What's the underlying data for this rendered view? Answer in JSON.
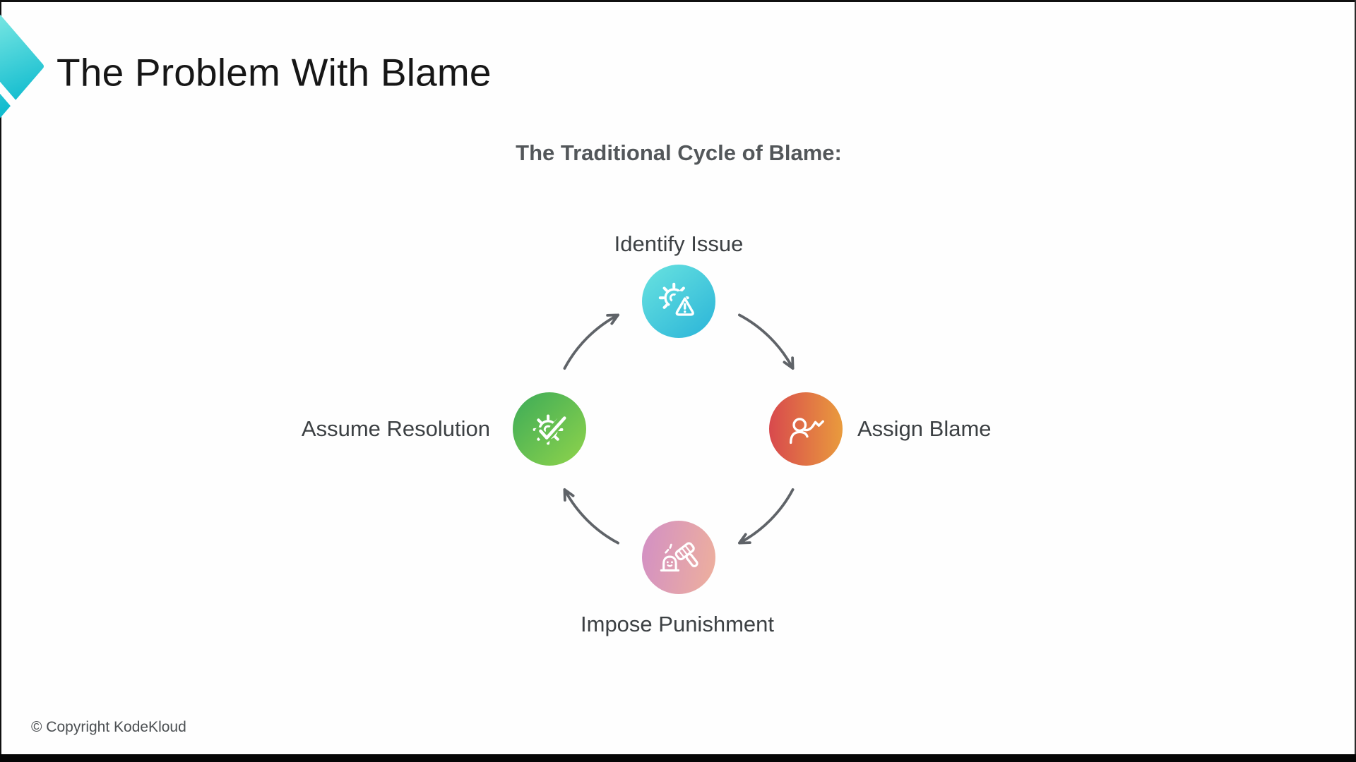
{
  "slide": {
    "title": "The Problem With Blame",
    "subtitle": "The Traditional Cycle of Blame:",
    "copyright": "© Copyright KodeKloud",
    "background": "#fefefe",
    "frame_color": "#050505"
  },
  "logo": {
    "name": "kodekloud-logo-mark",
    "gradient_top": "#8aeee6",
    "gradient_bottom": "#12bccf"
  },
  "cycle": {
    "arrow_color": "#5f6368",
    "nodes": [
      {
        "label": "Identify Issue",
        "icon": "gear-warning-icon",
        "gradient_from": "#69e3e0",
        "gradient_to": "#2ab4d8",
        "angle": 140
      },
      {
        "label": "Assign Blame",
        "icon": "person-pointing-icon",
        "gradient_from": "#d8494d",
        "gradient_to": "#e99b3d",
        "angle": 90
      },
      {
        "label": "Impose Punishment",
        "icon": "gavel-figure-icon",
        "gradient_from": "#d28fc5",
        "gradient_to": "#eeb09c",
        "angle": 100
      },
      {
        "label": "Assume Resolution",
        "icon": "gear-check-icon",
        "gradient_from": "#3cab58",
        "gradient_to": "#90d44b",
        "angle": 135
      }
    ]
  }
}
